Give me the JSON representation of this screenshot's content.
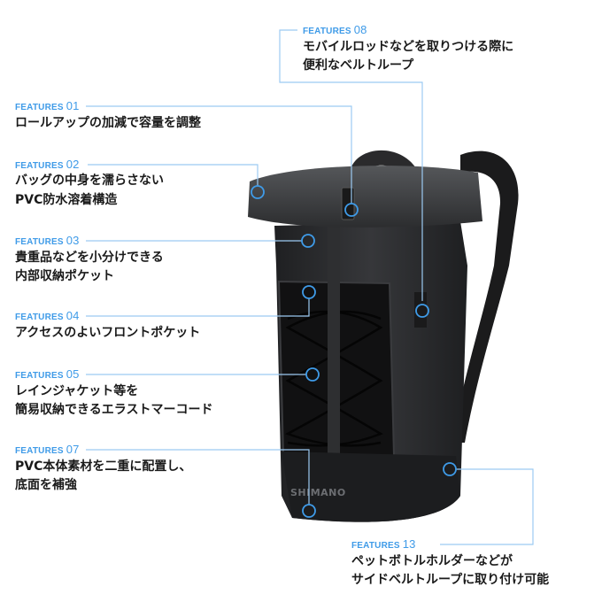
{
  "features": [
    {
      "id": "08",
      "tag": "FEATURES",
      "num": "08",
      "lines": [
        "モバイルロッドなどを取りつける際に",
        "便利なベルトループ"
      ]
    },
    {
      "id": "01",
      "tag": "FEATURES",
      "num": "01",
      "lines": [
        "ロールアップの加減で容量を調整"
      ]
    },
    {
      "id": "02",
      "tag": "FEATURES",
      "num": "02",
      "lines": [
        "バッグの中身を濡らさない",
        "PVC防水溶着構造"
      ]
    },
    {
      "id": "03",
      "tag": "FEATURES",
      "num": "03",
      "lines": [
        "貴重品などを小分けできる",
        "内部収納ポケット"
      ]
    },
    {
      "id": "04",
      "tag": "FEATURES",
      "num": "04",
      "lines": [
        "アクセスのよいフロントポケット"
      ]
    },
    {
      "id": "05",
      "tag": "FEATURES",
      "num": "05",
      "lines": [
        "レインジャケット等を",
        "簡易収納できるエラストマーコード"
      ]
    },
    {
      "id": "07",
      "tag": "FEATURES",
      "num": "07",
      "lines": [
        "PVC本体素材を二重に配置し、",
        "底面を補強"
      ]
    },
    {
      "id": "13",
      "tag": "FEATURES",
      "num": "13",
      "lines": [
        "ペットボトルホルダーなどが",
        "サイドベルトループに取り付け可能"
      ]
    }
  ],
  "product": {
    "brand_logo": "SHIMANO",
    "image": "black-rolltop-backpack"
  },
  "colors": {
    "accent": "#3f9be8",
    "line": "#9ccaf2",
    "text": "#1a1a1a",
    "bag": "#2b2c2e"
  }
}
